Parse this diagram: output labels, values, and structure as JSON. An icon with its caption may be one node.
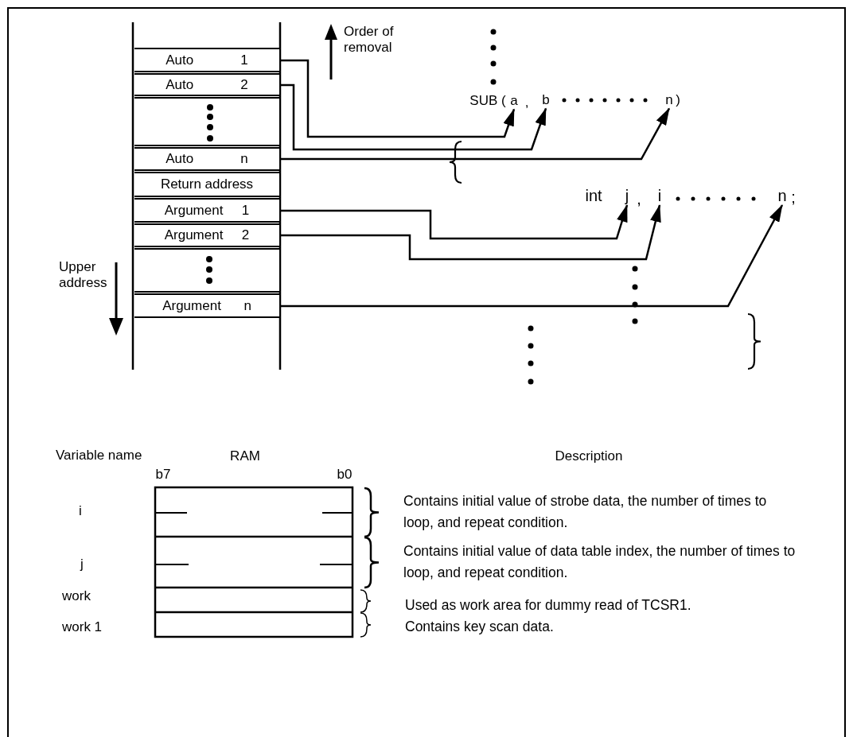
{
  "diagram": {
    "nodes": [
      {
        "text": [
          "Auto 1"
        ]
      },
      {
        "text": [
          "Auto 2"
        ]
      },
      {
        "text": [],
        "shape": "box"
      },
      {
        "text": [
          "Auto n"
        ]
      },
      {
        "text": [
          "Return address"
        ]
      },
      {
        "text": [
          "Argument 1"
        ]
      },
      {
        "text": [
          "Argument 2"
        ]
      },
      {
        "text": [],
        "shape": "box"
      },
      {
        "text": [
          "Argument n"
        ]
      },
      {
        "text": [
          "a"
        ]
      },
      {
        "text": [
          "b"
        ]
      },
      {
        "text": [
          "n"
        ]
      },
      {
        "text": [
          "j"
        ]
      },
      {
        "text": [
          "i"
        ]
      },
      {
        "text": [
          "n"
        ]
      }
    ],
    "edges": [
      {
        "from": 0,
        "to": 9,
        "arrow": "to"
      },
      {
        "from": 1,
        "to": 10,
        "arrow": "to"
      },
      {
        "from": 3,
        "to": 11,
        "arrow": "to"
      },
      {
        "from": 5,
        "to": 12,
        "arrow": "to"
      },
      {
        "from": 6,
        "to": 13,
        "arrow": "to"
      },
      {
        "from": 8,
        "to": 14,
        "arrow": "to"
      }
    ],
    "labels": [
      "Order of removal",
      "SUB (",
      ",",
      ")",
      "int",
      ",",
      ";",
      "Upper address",
      "Variable name",
      "RAM",
      "Description",
      "b7",
      "b0",
      "i",
      "Contains initial value of strobe data, the number of times to loop, and repeat condition.",
      "j",
      "Contains initial value of data table index, the number of times to loop, and repeat condition.",
      "work",
      "Used as work area for dummy read of TCSR1.",
      "work 1",
      "Contains key scan data."
    ]
  }
}
